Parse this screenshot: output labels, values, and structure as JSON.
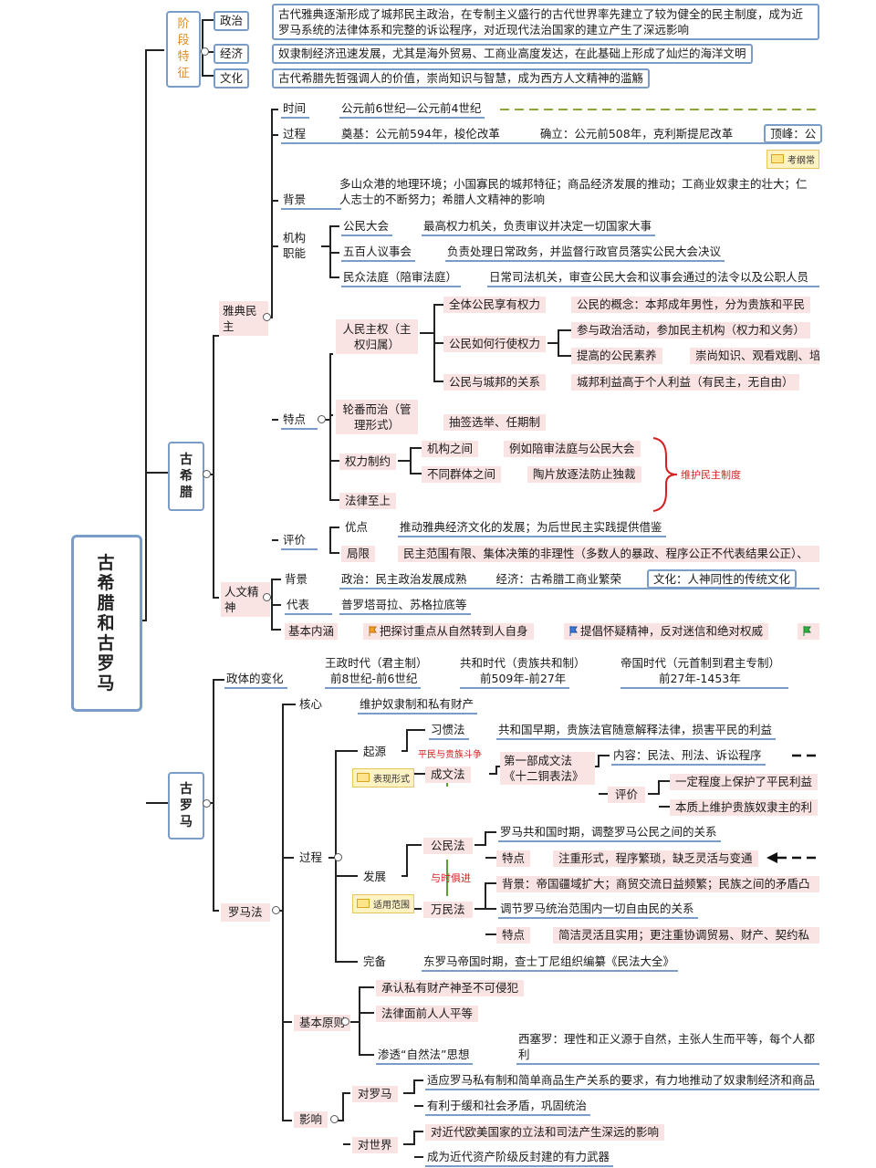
{
  "root": {
    "title": "古希腊和古罗马"
  },
  "stage_features": {
    "label": "阶段特征",
    "politics": {
      "label": "政治",
      "text": "古代雅典逐渐形成了城邦民主政治，在专制主义盛行的古代世界率先建立了较为健全的民主制度，成为近罗马系统的法律体系和完整的诉讼程序，对近现代法治国家的建立产生了深远影响"
    },
    "economy": {
      "label": "经济",
      "text": "奴隶制经济迅速发展，尤其是海外贸易、工商业高度发达，在此基础上形成了灿烂的海洋文明"
    },
    "culture": {
      "label": "文化",
      "text": "古代希腊先哲强调人的价值，崇尚知识与智慧，成为西方人文精神的滥觞"
    }
  },
  "greece": {
    "label": "古希腊",
    "athens": {
      "label": "雅典民主",
      "time": {
        "label": "时间",
        "text": "公元前6世纪—公元前4世纪"
      },
      "process": {
        "label": "过程",
        "items": [
          "奠基：公元前594年，梭伦改革",
          "确立：公元前508年，克利斯提尼改革",
          "顶峰：公"
        ]
      },
      "process_note": "考纲常",
      "background": {
        "label": "背景",
        "text": "多山众港的地理环境；小国寡民的城邦特征；商品经济发展的推动；工商业奴隶主的壮大；仁人志士的不断努力；希腊人文精神的影响"
      },
      "institutions": {
        "label": "机构职能",
        "items": [
          {
            "name": "公民大会",
            "desc": "最高权力机关，负责审议并决定一切国家大事"
          },
          {
            "name": "五百人议事会",
            "desc": "负责处理日常政务，并监督行政官员落实公民大会决议"
          },
          {
            "name": "民众法庭（陪审法庭）",
            "desc": "日常司法机关，审查公民大会和议事会通过的法令以及公职人员"
          }
        ]
      },
      "features": {
        "label": "特点",
        "sovereignty": {
          "label": "人民主权（主权归属）",
          "all_citizens": "全体公民享有权力",
          "citizen_concept": "公民的概念：本邦成年男性，分为贵族和平民",
          "exercise": "公民如何行使权力",
          "participate": "参与政治活动，参加民主机构（权力和义务）",
          "improve": "提高的公民素养",
          "improve_desc": "崇尚知识、观看戏剧、培",
          "relation": "公民与城邦的关系",
          "relation_desc": "城邦利益高于个人利益（有民主，无自由）"
        },
        "rotation": {
          "label": "轮番而治（管理形式）",
          "desc": "抽签选举、任期制"
        },
        "checks": {
          "label": "权力制约",
          "between_inst": "机构之间",
          "between_inst_desc": "例如陪审法庭与公民大会",
          "between_groups": "不同群体之间",
          "between_groups_desc": "陶片放逐法防止独裁"
        },
        "maintain_note": "维护民主制度",
        "law": "法律至上"
      },
      "evaluation": {
        "label": "评价",
        "pros_label": "优点",
        "pros": "推动雅典经济文化的发展；为后世民主实践提供借鉴",
        "cons_label": "局限",
        "cons": "民主范围有限、集体决策的非理性（多数人的暴政、程序公正不代表结果公正）、"
      }
    },
    "humanism": {
      "label": "人文精神",
      "background": {
        "label": "背景",
        "items": [
          "政治：民主政治发展成熟",
          "经济：古希腊工商业繁荣",
          "文化：人神同性的传统文化"
        ]
      },
      "representatives": {
        "label": "代表",
        "text": "普罗塔哥拉、苏格拉底等"
      },
      "content": {
        "label": "基本内涵",
        "items": [
          "把探讨重点从自然转到人自身",
          "提倡怀疑精神，反对迷信和绝对权威"
        ]
      }
    }
  },
  "rome": {
    "label": "古罗马",
    "polity": {
      "label": "政体的变化",
      "items": [
        {
          "name": "王政时代（君主制）",
          "time": "前8世纪-前6世纪"
        },
        {
          "name": "共和时代（贵族共和制）",
          "time": "前509年-前27年"
        },
        {
          "name": "帝国时代（元首制到君主专制）",
          "time": "前27年-1453年"
        }
      ]
    },
    "law": {
      "label": "罗马法",
      "core": {
        "label": "核心",
        "text": "维护奴隶制和私有财产"
      },
      "process": {
        "label": "过程",
        "origin": {
          "label": "起源",
          "note": "表现形式",
          "custom": "习惯法",
          "custom_desc": "共和国早期，贵族法官随意解释法律，损害平民的利益",
          "struggle": "平民与贵族斗争",
          "written": "成文法",
          "twelve": "第一部成文法《十二铜表法》",
          "content": "内容：民法、刑法、诉讼程序",
          "eval": "评价",
          "eval_1": "一定程度上保护了平民利益",
          "eval_2": "本质上维护贵族奴隶主的利"
        },
        "development": {
          "label": "发展",
          "note": "适用范围",
          "civil": "公民法",
          "civil_desc": "罗马共和国时期，调整罗马公民之间的关系",
          "civil_feat": "特点",
          "civil_feat_desc": "注重形式，程序繁琐，缺乏灵活与变通",
          "keep_pace": "与时俱进",
          "bg": "背景：帝国疆域扩大；商贸交流日益频繁；民族之间的矛盾凸",
          "nations": "万民法",
          "nations_desc": "调节罗马统治范围内一切自由民的关系",
          "nations_feat": "特点",
          "nations_feat_desc": "简洁灵活且实用；更注重协调贸易、财产、契约私"
        },
        "complete": {
          "label": "完备",
          "text": "东罗马帝国时期，查士丁尼组织编纂《民法大全》"
        }
      },
      "principles": {
        "label": "基本原则",
        "items": [
          "承认私有财产神圣不可侵犯",
          "法律面前人人平等"
        ],
        "natural": "渗透“自然法”思想",
        "cicero": "西塞罗：理性和正义源于自然，主张人生而平等，每个人都利"
      },
      "impact": {
        "label": "影响",
        "rome_label": "对罗马",
        "rome_items": [
          "适应罗马私有制和简单商品生产关系的要求，有力地推动了奴隶制经济和商品",
          "有利于缓和社会矛盾，巩固统治"
        ],
        "world_label": "对世界",
        "world_items": [
          "对近代欧美国家的立法和司法产生深远的影响",
          "成为近代资产阶级反封建的有力武器"
        ]
      }
    }
  },
  "colors": {
    "line": "#7a9cc8",
    "box": "#7a9cc8",
    "pink": "#f9e3e3",
    "accent_red": "#d42020",
    "stage_text": "#e08a1e"
  }
}
